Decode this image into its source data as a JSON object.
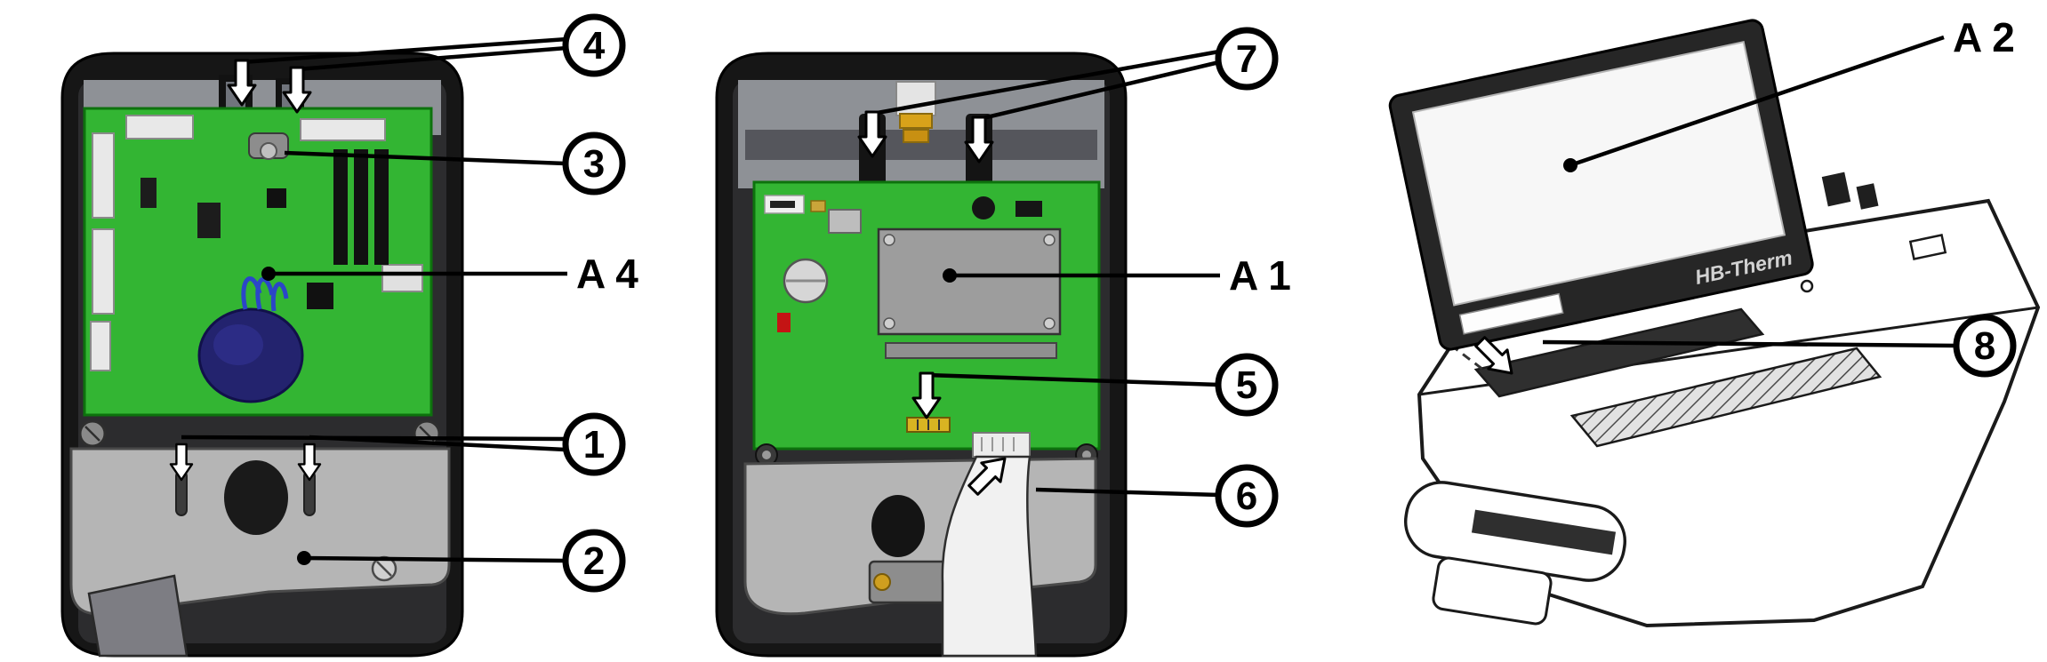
{
  "diagram": {
    "callouts": {
      "n1": "1",
      "n2": "2",
      "n3": "3",
      "n4": "4",
      "n5": "5",
      "n6": "6",
      "n7": "7",
      "n8": "8",
      "a1": "A 1",
      "a2": "A 2",
      "a4": "A 4"
    },
    "display": {
      "brand_text": "HB-Therm"
    },
    "colors": {
      "pcb_green": "#33b533",
      "housing_black": "#161616",
      "plate_gray": "#b5b5b5",
      "module_gray": "#9d9d9d",
      "screen_white": "#f7f7f7",
      "background": "#ffffff"
    }
  }
}
